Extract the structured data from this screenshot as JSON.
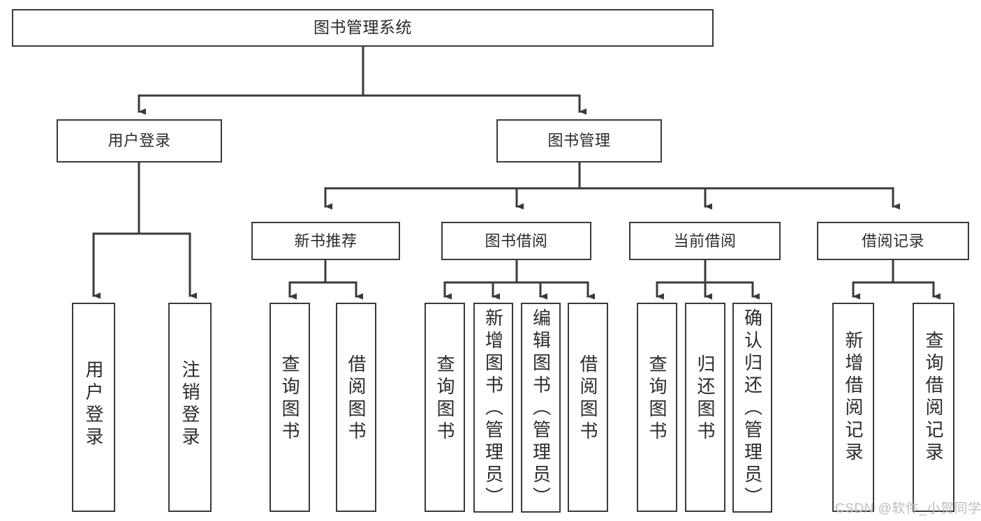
{
  "diagram": {
    "title": "图书管理系统",
    "type": "tree-hierarchy",
    "orientation": "top-down",
    "colors": {
      "box_border": "#3a3a3a",
      "box_fill": "#ffffff",
      "connector": "#3a3a3a",
      "text": "#2b2b2b",
      "watermark": "#bdbdbd",
      "background": "#ffffff"
    },
    "levels": {
      "root": "图书管理系统",
      "level2": [
        "用户登录",
        "图书管理"
      ],
      "level3": [
        "新书推荐",
        "图书借阅",
        "当前借阅",
        "借阅记录"
      ]
    },
    "nodes": {
      "root": {
        "label": "图书管理系统"
      },
      "user_login": {
        "label": "用户登录"
      },
      "book_manage": {
        "label": "图书管理"
      },
      "new_book_rec": {
        "label": "新书推荐"
      },
      "book_borrow": {
        "label": "图书借阅"
      },
      "current_borrow": {
        "label": "当前借阅"
      },
      "borrow_record": {
        "label": "借阅记录"
      },
      "leaf_user_login": {
        "label": "用户登录"
      },
      "leaf_logout": {
        "label": "注销登录"
      },
      "leaf_query_book_a": {
        "label": "查询图书"
      },
      "leaf_borrow_book_a": {
        "label": "借阅图书"
      },
      "leaf_query_book_b": {
        "label": "查询图书"
      },
      "leaf_add_book": {
        "label": "新增图书（管理员）"
      },
      "leaf_edit_book": {
        "label": "编辑图书（管理员）"
      },
      "leaf_borrow_book_b": {
        "label": "借阅图书"
      },
      "leaf_query_book_c": {
        "label": "查询图书"
      },
      "leaf_return_book": {
        "label": "归还图书"
      },
      "leaf_confirm_return": {
        "label": "确认归还（管理员）"
      },
      "leaf_add_record": {
        "label": "新增借阅记录"
      },
      "leaf_query_record": {
        "label": "查询借阅记录"
      }
    },
    "edges": [
      {
        "from": "root",
        "to": "user_login"
      },
      {
        "from": "root",
        "to": "book_manage"
      },
      {
        "from": "user_login",
        "to": "leaf_user_login"
      },
      {
        "from": "user_login",
        "to": "leaf_logout"
      },
      {
        "from": "book_manage",
        "to": "new_book_rec"
      },
      {
        "from": "book_manage",
        "to": "book_borrow"
      },
      {
        "from": "book_manage",
        "to": "current_borrow"
      },
      {
        "from": "book_manage",
        "to": "borrow_record"
      },
      {
        "from": "new_book_rec",
        "to": "leaf_query_book_a"
      },
      {
        "from": "new_book_rec",
        "to": "leaf_borrow_book_a"
      },
      {
        "from": "book_borrow",
        "to": "leaf_query_book_b"
      },
      {
        "from": "book_borrow",
        "to": "leaf_add_book"
      },
      {
        "from": "book_borrow",
        "to": "leaf_edit_book"
      },
      {
        "from": "book_borrow",
        "to": "leaf_borrow_book_b"
      },
      {
        "from": "current_borrow",
        "to": "leaf_query_book_c"
      },
      {
        "from": "current_borrow",
        "to": "leaf_return_book"
      },
      {
        "from": "current_borrow",
        "to": "leaf_confirm_return"
      },
      {
        "from": "borrow_record",
        "to": "leaf_add_record"
      },
      {
        "from": "borrow_record",
        "to": "leaf_query_record"
      }
    ],
    "watermark": "CSDN @软件_小贺同学"
  }
}
